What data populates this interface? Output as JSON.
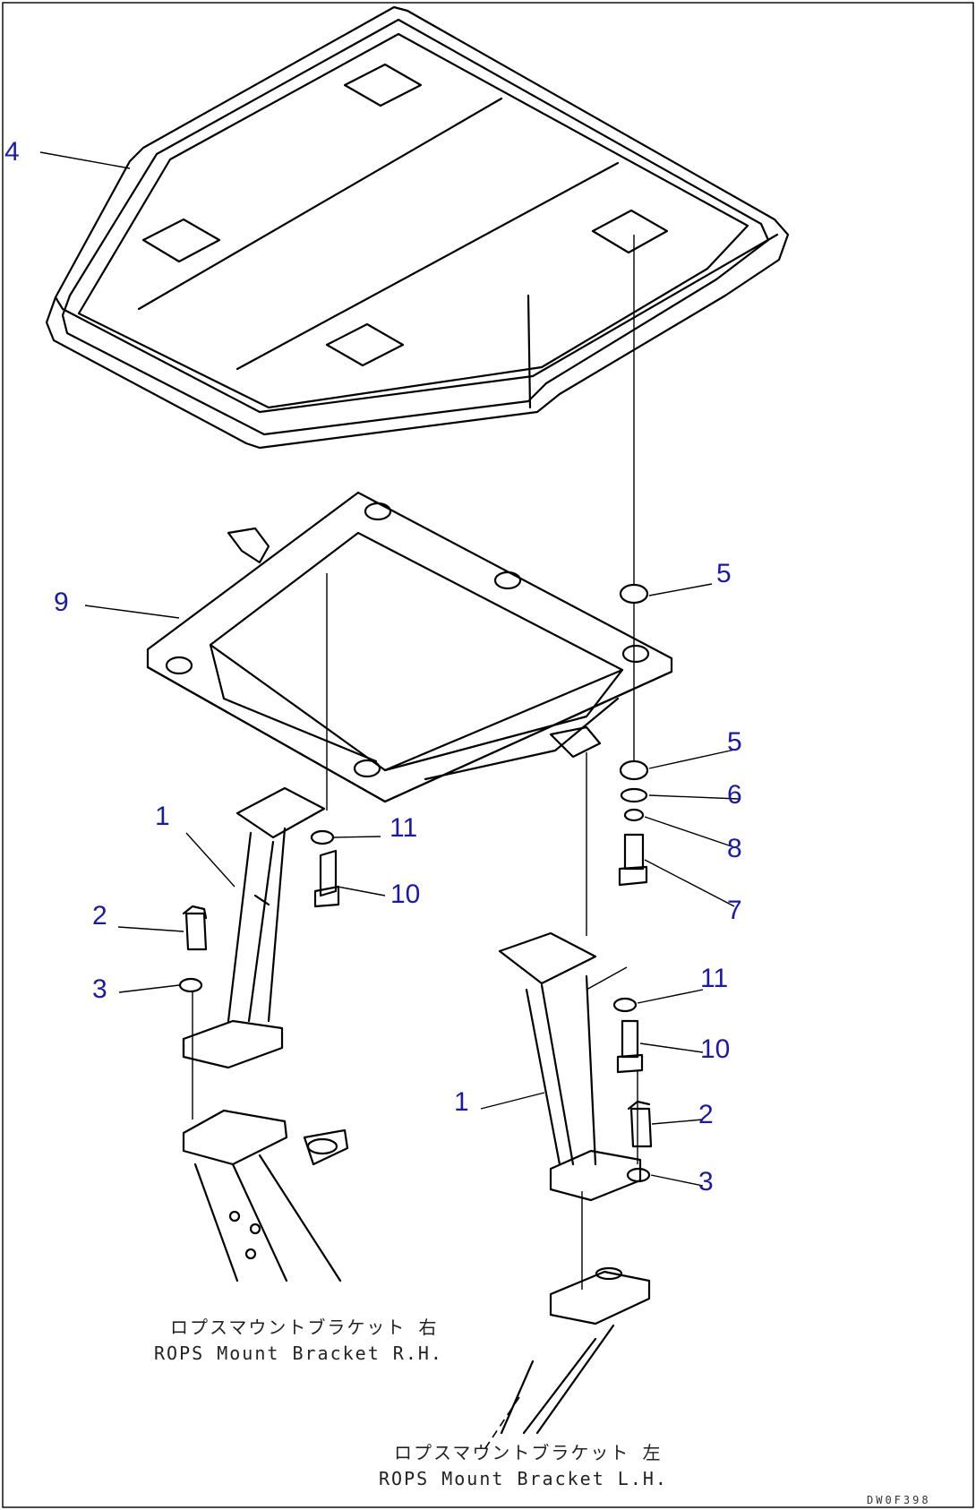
{
  "callouts": {
    "c4": "4",
    "c9": "9",
    "c5a": "5",
    "c5b": "5",
    "c6": "6",
    "c8": "8",
    "c7": "7",
    "c1a": "1",
    "c11a": "11",
    "c10a": "10",
    "c2a": "2",
    "c3a": "3",
    "c11b": "11",
    "c10b": "10",
    "c1b": "1",
    "c2b": "2",
    "c3b": "3"
  },
  "captions": {
    "rh_jp": "ロプスマウントブラケット 右",
    "rh_en": "ROPS Mount Bracket R.H.",
    "lh_jp": "ロプスマウントブラケット 左",
    "lh_en": "ROPS Mount Bracket L.H."
  },
  "drawing_number": "DW0F398",
  "colors": {
    "callout": "#1a1aa8",
    "line": "#000000"
  }
}
